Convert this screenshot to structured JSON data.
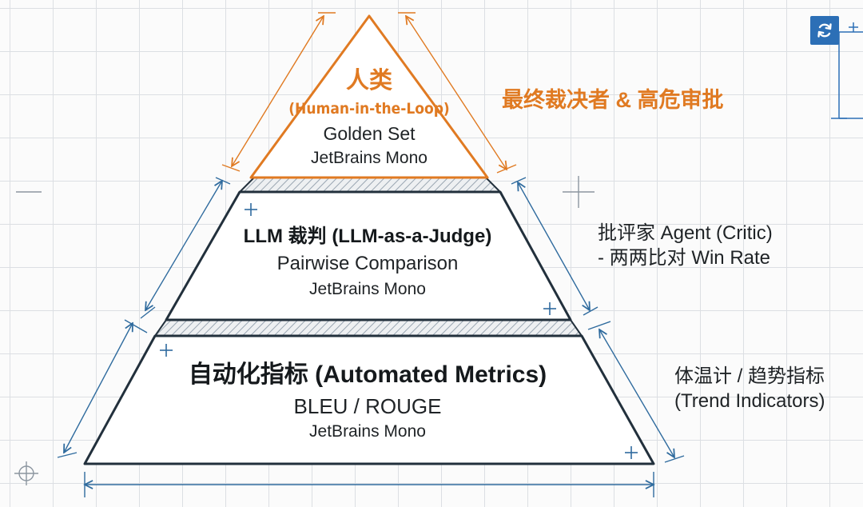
{
  "colors": {
    "accent_orange": "#e07a22",
    "outline_dark": "#22303c",
    "measure_blue": "#2f6b9e",
    "grid": "#dcdfe3",
    "hatch": "#9aa6b2",
    "button_blue": "#2c6fb6"
  },
  "pyramid": {
    "human": {
      "title": "人类",
      "subtitle": "(Human-in-the-Loop)",
      "line1": "Golden Set",
      "line2": "JetBrains Mono"
    },
    "llm": {
      "title": "LLM 裁判 (LLM-as-a-Judge)",
      "line1": "Pairwise Comparison",
      "line2": "JetBrains Mono"
    },
    "automated": {
      "title": "自动化指标 (Automated Metrics)",
      "line1": "BLEU / ROUGE",
      "line2": "JetBrains Mono"
    }
  },
  "side_labels": {
    "top": "最终裁决者 & 高危审批",
    "middle_line1": "批评家 Agent (Critic)",
    "middle_line2": "- 两两比对 Win Rate",
    "bottom_line1": "体温计 / 趋势指标",
    "bottom_line2": "(Trend Indicators)"
  },
  "icons": {
    "refresh": "refresh-icon"
  }
}
